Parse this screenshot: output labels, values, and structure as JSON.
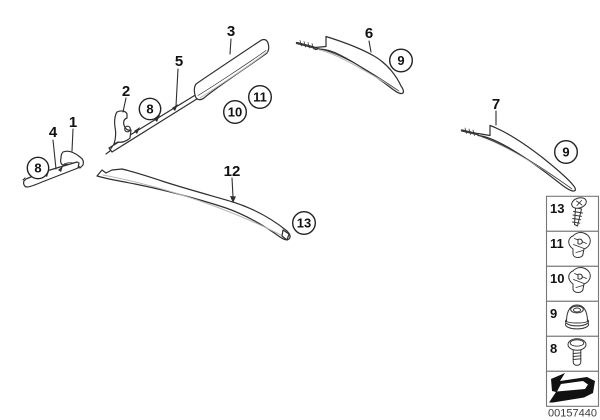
{
  "diagram": {
    "image_number": "00157440",
    "colors": {
      "line": "#2f2f2f",
      "highlight": "#b8b8b8",
      "label_text": "#111111",
      "legend_border": "#777777"
    },
    "callouts": {
      "part1": "1",
      "part2": "2",
      "part3": "3",
      "part4": "4",
      "part5": "5",
      "part6": "6",
      "part7": "7",
      "part12": "12",
      "fastener8_left": "8",
      "fastener8_mid": "8",
      "fastener9_front_door": "9",
      "fastener9_rear_door": "9",
      "fastener10": "10",
      "fastener11": "11",
      "fastener13": "13"
    },
    "legend": {
      "rows": [
        {
          "label": "13",
          "icon": "tapping-screw-icon"
        },
        {
          "label": "11",
          "icon": "spring-clip-icon"
        },
        {
          "label": "10",
          "icon": "spring-clip-icon"
        },
        {
          "label": "9",
          "icon": "cap-nut-icon"
        },
        {
          "label": "8",
          "icon": "round-head-screw-icon"
        }
      ],
      "nav_arrow_icon": "direction-arrow-icon"
    }
  }
}
